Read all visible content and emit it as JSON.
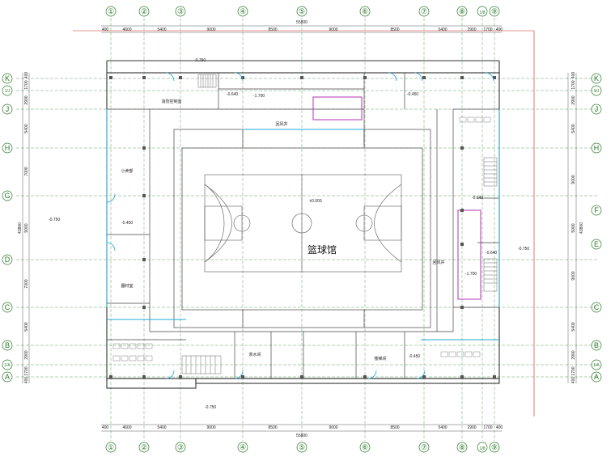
{
  "axes_cols": {
    "top": [
      "①",
      "②",
      "③",
      "④",
      "⑤",
      "⑥",
      "⑦",
      "⑧",
      "1/8",
      "⑨"
    ],
    "bottom": [
      "①",
      "②",
      "③",
      "④",
      "⑤",
      "⑥",
      "⑦",
      "⑧",
      "1/8",
      "⑨"
    ]
  },
  "axes_rows": {
    "left": [
      "K",
      "1/J",
      "J",
      "H",
      "G",
      "D",
      "C",
      "B",
      "1/A",
      "A"
    ],
    "right": [
      "K",
      "1/J",
      "J",
      "H",
      "F",
      "E",
      "C",
      "B",
      "1/A",
      "A"
    ]
  },
  "dims": {
    "top_segments": [
      "400",
      "4600",
      "5400",
      "9000",
      "8500",
      "9000",
      "8500",
      "5400",
      "2900",
      "1700",
      "400"
    ],
    "top_total": "55800",
    "bottom_segments": [
      "400",
      "4600",
      "5400",
      "9000",
      "8500",
      "9000",
      "8500",
      "5400",
      "2900",
      "1700",
      "400"
    ],
    "bottom_total": "55800",
    "left_segments": [
      "400",
      "1700",
      "2900",
      "5400",
      "7000",
      "9000",
      "7000",
      "5400",
      "2900",
      "1700",
      "400"
    ],
    "left_total": "43800",
    "right_segments": [
      "400",
      "1700",
      "2900",
      "5400",
      "9000",
      "5000",
      "9000",
      "5400",
      "2900",
      "1700",
      "400"
    ],
    "right_total": "43800"
  },
  "rooms": {
    "court": "篮球馆",
    "floor_level": "±0.000",
    "hall_right": "回风井",
    "hall_top": "回风井",
    "stair": "楼梯间",
    "shop": "小卖部",
    "store": "器材室",
    "tea_room": "茶水间",
    "fire": "消防控制室"
  },
  "levels": {
    "l1": "-0.750",
    "l2": "-0.640",
    "l3": "-1.700",
    "l4": "-0.450",
    "l5": "-0.750",
    "l6": "-0.450",
    "l7": "-0.640",
    "l8": "-1.700",
    "l9": "-0.640",
    "l10": "-0.750",
    "l11": "-0.450",
    "l12": "-0.750"
  }
}
